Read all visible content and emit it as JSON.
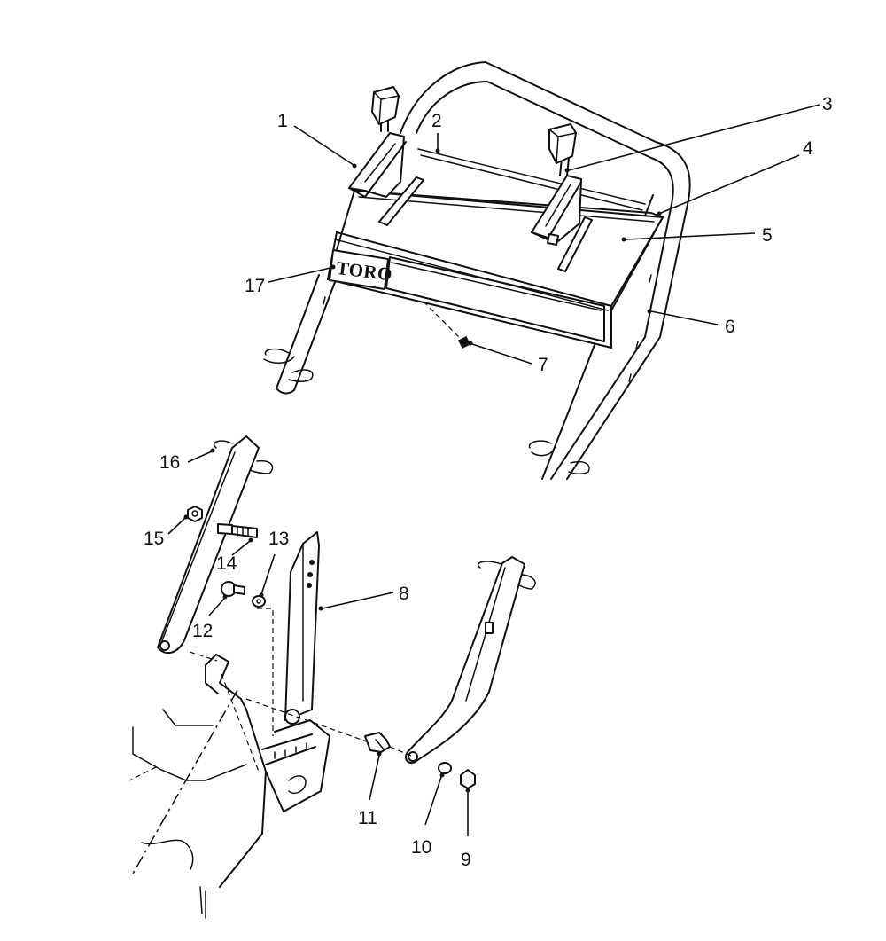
{
  "logo_text": "TORO",
  "callouts": [
    {
      "id": "c1",
      "label": "1"
    },
    {
      "id": "c2",
      "label": "2"
    },
    {
      "id": "c3",
      "label": "3"
    },
    {
      "id": "c4",
      "label": "4"
    },
    {
      "id": "c5",
      "label": "5"
    },
    {
      "id": "c6",
      "label": "6"
    },
    {
      "id": "c7",
      "label": "7"
    },
    {
      "id": "c8",
      "label": "8"
    },
    {
      "id": "c9",
      "label": "9"
    },
    {
      "id": "c10",
      "label": "10"
    },
    {
      "id": "c11",
      "label": "11"
    },
    {
      "id": "c12",
      "label": "12"
    },
    {
      "id": "c13",
      "label": "13"
    },
    {
      "id": "c14",
      "label": "14"
    },
    {
      "id": "c15",
      "label": "15"
    },
    {
      "id": "c16",
      "label": "16"
    },
    {
      "id": "c17",
      "label": "17"
    }
  ]
}
